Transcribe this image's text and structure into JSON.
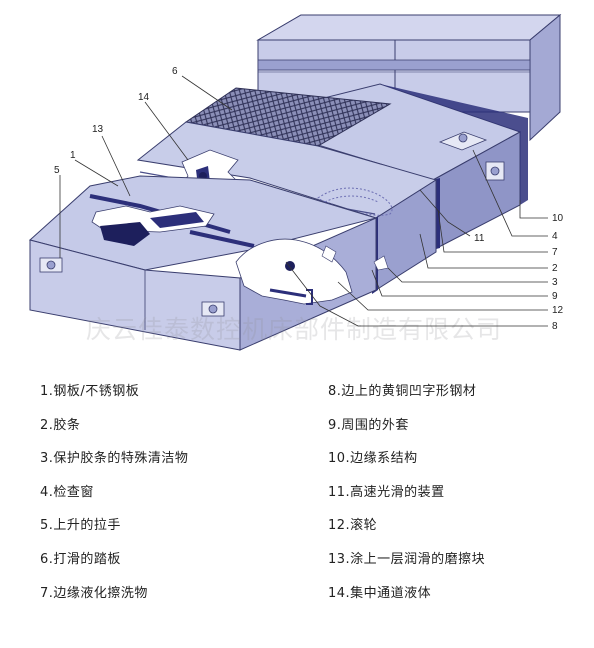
{
  "watermark": "庆云佳泰数控机床部件制造有限公司",
  "callouts": [
    "1",
    "2",
    "3",
    "4",
    "5",
    "6",
    "7",
    "8",
    "9",
    "10",
    "11",
    "12",
    "13",
    "14"
  ],
  "legend": [
    "1.钢板/不锈钢板",
    "2.胶条",
    "3.保护胶条的特殊清洁物",
    "4.检查窗",
    "5.上升的拉手",
    "6.打滑的踏板",
    "7.边缘液化擦洗物",
    "8.边上的黄铜凹字形钢材",
    "9.周围的外套",
    "10.边缘系结构",
    "11.高速光滑的装置",
    "12.滚轮",
    "13.涂上一层润滑的磨擦块",
    "14.集中通道液体"
  ],
  "colors": {
    "cover_top": "#c5cae8",
    "cover_side": "#9aa0cf",
    "cover_dark": "#6b71a8",
    "edge_strip": "#2c2f7a",
    "outline": "#3a3e6e"
  }
}
